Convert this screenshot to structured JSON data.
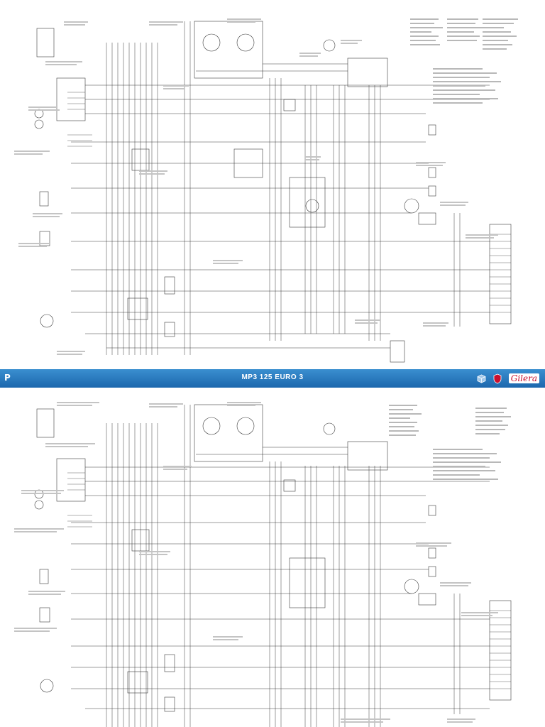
{
  "band": {
    "title": "MP3 125 EURO 3",
    "page_icon_text": "P",
    "brand_logo_text": "Gilera"
  },
  "colors": {
    "band_top": "#3a8fd0",
    "band_bottom": "#1c67ad",
    "wire": "#3a3a3a",
    "paper": "#ffffff",
    "brand_red": "#c8102e"
  },
  "icons": [
    "page-icon",
    "cube-icon",
    "shield-icon",
    "brand-logo"
  ]
}
